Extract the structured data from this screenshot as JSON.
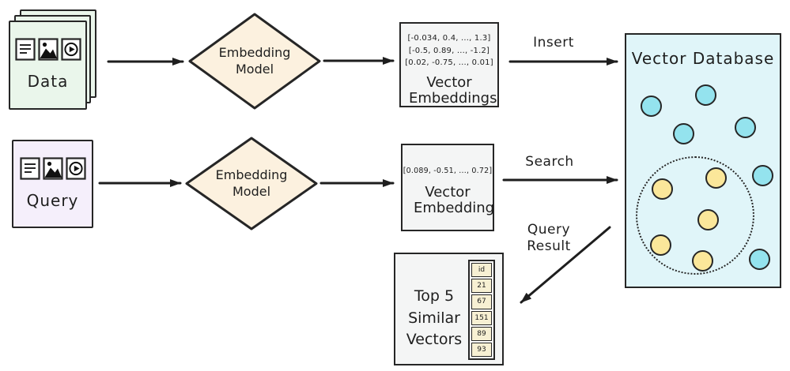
{
  "nodes": {
    "data": {
      "label": "Data"
    },
    "query": {
      "label": "Query"
    },
    "embedding_model_top": {
      "label": "Embedding Model"
    },
    "embedding_model_bottom": {
      "label": "Embedding Model"
    },
    "vector_embeddings": {
      "label": "Vector Embeddings",
      "vectors": [
        "[-0.034, 0.4, ..., 1.3]",
        "[-0.5, 0.89, ..., -1.2]",
        "[0.02, -0.75, ..., 0.01]"
      ]
    },
    "vector_embedding": {
      "label": "Vector Embedding",
      "vectors": [
        "[0.089, -0.51, ..., 0.72]"
      ]
    },
    "vector_database": {
      "label": "Vector Database"
    },
    "top5": {
      "label": "Top 5 Similar Vectors",
      "cells": [
        "id",
        "21",
        "67",
        "151",
        "89",
        "93"
      ]
    }
  },
  "edges": {
    "insert_label": "Insert",
    "search_label": "Search",
    "query_result_label": "Query Result"
  },
  "icons": {
    "card_icons": [
      "text-lines-icon",
      "image-icon",
      "play-icon"
    ]
  },
  "colors": {
    "data_fill": "#eaf6eb",
    "query_fill": "#f5effb",
    "model_fill": "#fcf1df",
    "box_fill": "#f4f5f5",
    "database_fill": "#e0f5f9",
    "cyan_point": "#94e3ee",
    "yellow_point": "#fbe79a",
    "cell_fill": "#f7f0d3",
    "stroke": "#262626",
    "arrow": "#1e1e1e"
  }
}
